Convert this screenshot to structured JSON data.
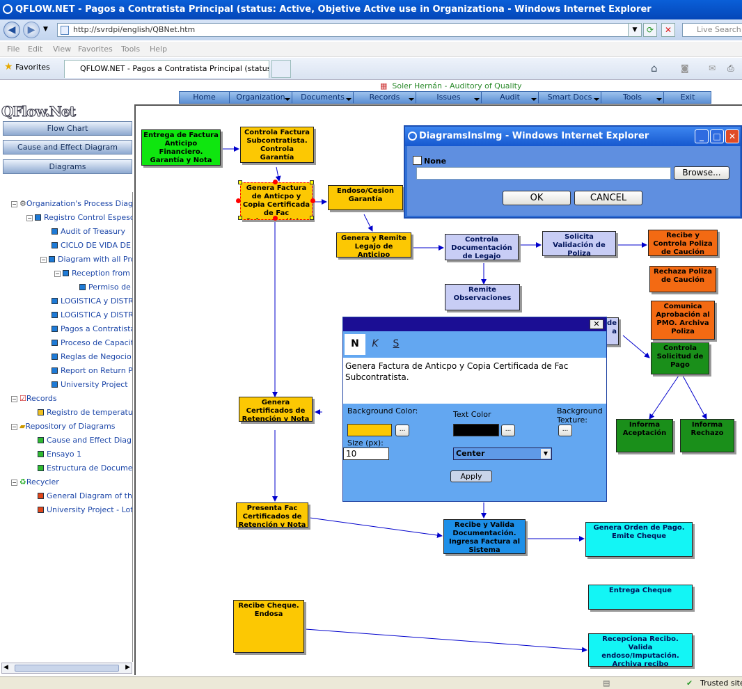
{
  "window": {
    "title": "QFLOW.NET - Pagos a Contratista Principal (status: Active, Objetive Active use in Organizationa - Windows Internet Explorer"
  },
  "browser": {
    "url": "http://svrdpi/english/QBNet.htm",
    "search_placeholder": "Live Search",
    "menu": [
      "File",
      "Edit",
      "View",
      "Favorites",
      "Tools",
      "Help"
    ],
    "favorites_label": "Favorites",
    "tab_title": "QFLOW.NET - Pagos a Contratista Principal (status: A...",
    "status_zone": "Trusted sites"
  },
  "app": {
    "user": "Soler Hernán - Auditory of Quality",
    "logo": "QFlow.Net",
    "top_menu": [
      "Home",
      "Organization",
      "Documents",
      "Records",
      "Issues",
      "Audit",
      "Smart Docs",
      "Tools",
      "Exit"
    ],
    "side_buttons": [
      "Flow Chart",
      "Cause and Effect Diagram",
      "Diagrams"
    ],
    "tree": [
      "Organization's Process Diagram",
      "Registro Control Espesores",
      "Audit of Treasury",
      "CICLO DE VIDA DE IN",
      "Diagram with all Proce",
      "Reception from Su",
      "Permiso de Tr",
      "LOGISTICA y DISTRIB",
      "LOGISTICA y DISTRIB",
      "Pagos a Contratista P",
      "Proceso de Capacitaci",
      "Reglas de Negocio",
      "Report on Return Proc",
      "University Project",
      "Records",
      "Registro de temperaturas",
      "Repository of Diagrams",
      "Cause and Effect Diagram",
      "Ensayo 1",
      "Estructura de Documentos",
      "Recycler",
      "General Diagram of the Or",
      "University Project - Lotes"
    ]
  },
  "diagram": {
    "nodes": [
      "Entrega de Factura Anticipo Financiero. Garantía y Nota Datos Bancarios",
      "Controla Factura Subcontratista. Controla Garantía",
      "Genera Factura de Anticpo y Copia Certificada de Fac Subcontratista.",
      "Endoso/Cesion Garantía",
      "Genera y Remite Legajo de Anticipo",
      "Controla Documentación de Legajo",
      "Solicita Validación de Poliza",
      "Recibe y Controla Poliza de Caución",
      "Rechaza Poliza de Caución",
      "Remite Observaciones",
      "Comunica Aprobación al PMO. Archiva Poliza",
      "Controla Solicitud de Pago",
      "Informa Aceptación",
      "Informa Rechazo",
      "Genera Certificados de Retención y Nota de Pago",
      "Presenta Fac Certificados de Retención y Nota",
      "Recibe y Valida Documentación. Ingresa Factura al Sistema",
      "Genera Orden de Pago. Emite Cheque",
      "Entrega Cheque",
      "Recibe Cheque. Endosa",
      "Recepciona Recibo. Valida endoso/Imputación. Archiva recibo"
    ],
    "partial_hidden": [
      "de",
      "a"
    ]
  },
  "dialog_image": {
    "title": "DiagramsInsImg - Windows Internet Explorer",
    "checkbox_label": "None",
    "browse": "Browse...",
    "ok": "OK",
    "cancel": "CANCEL"
  },
  "dialog_format": {
    "close": "✕",
    "bold": "N",
    "italic": "K",
    "underline": "S",
    "text": "Genera Factura de Anticpo y Copia Certificada de Fac Subcontratista.",
    "bg_color_label": "Background Color:",
    "text_color_label": "Text Color",
    "texture_label": "Background Texture:",
    "dots": "...",
    "size_label": "Size (px):",
    "size_value": "10",
    "align_value": "Center",
    "apply": "Apply",
    "bg_color": "#fcc803",
    "text_color": "#000000"
  }
}
